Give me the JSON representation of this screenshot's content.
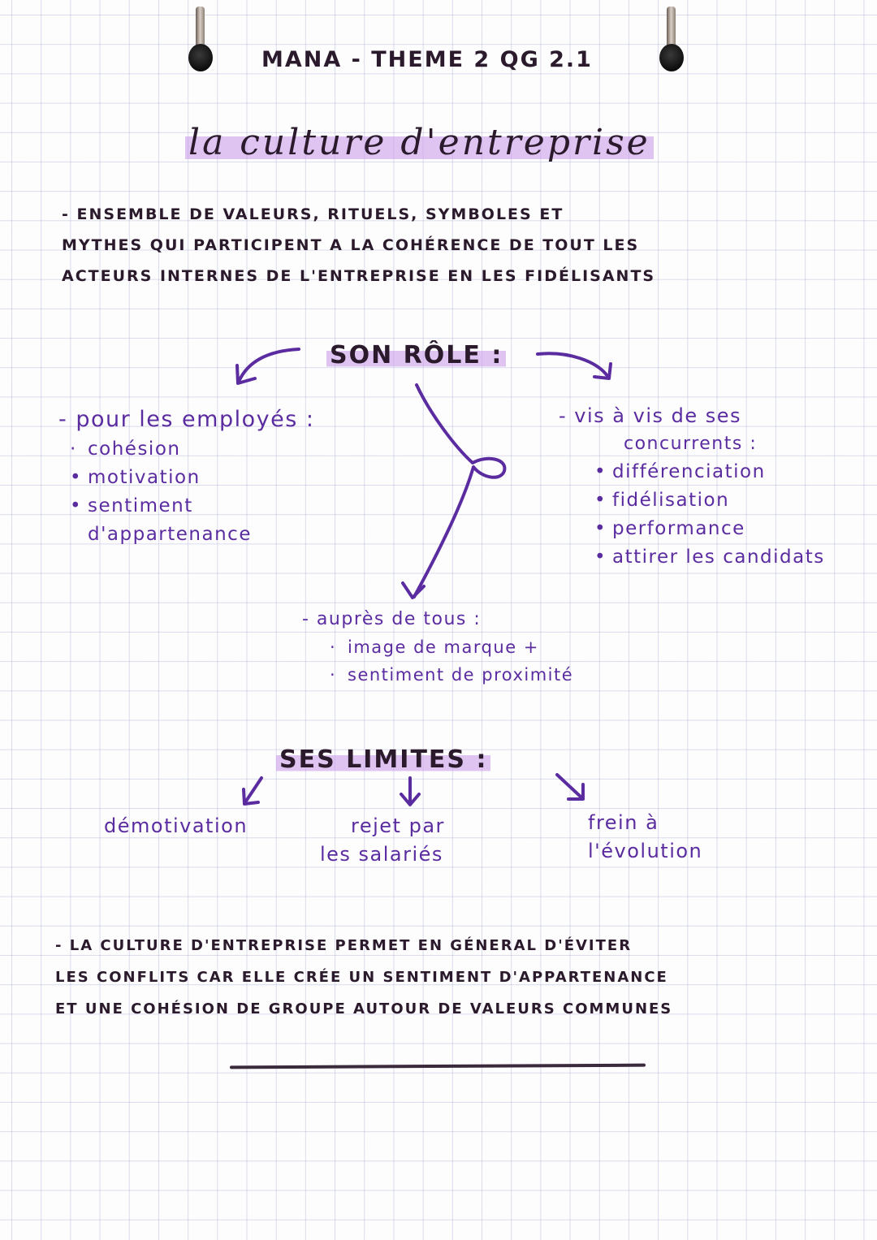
{
  "header": {
    "text": "MANA - THEME 2 QG 2.1"
  },
  "title": "la culture d'entreprise",
  "definition": {
    "lines": [
      "- ENSEMBLE DE VALEURS, RITUELS, SYMBOLES ET",
      "MYTHES QUI PARTICIPENT A LA COHÉRENCE DE TOUT LES",
      "ACTEURS INTERNES DE L'ENTREPRISE EN LES FIDÉLISANTS"
    ]
  },
  "role": {
    "heading": "SON RÔLE :",
    "employees": {
      "title": "- pour les employés :",
      "items": [
        "cohésion",
        "motivation",
        "sentiment",
        "d'appartenance"
      ]
    },
    "competitors": {
      "title": "- vis à vis de ses",
      "title2": "concurrents :",
      "items": [
        "différenciation",
        "fidélisation",
        "performance",
        "attirer les candidats"
      ]
    },
    "everyone": {
      "title": "- auprès de tous :",
      "items": [
        "image de marque +",
        "sentiment de proximité"
      ]
    }
  },
  "limits": {
    "heading": "SES LIMITES :",
    "items": [
      {
        "line1": "démotivation",
        "line2": ""
      },
      {
        "line1": "rejet par",
        "line2": "les salariés"
      },
      {
        "line1": "frein à",
        "line2": "l'évolution"
      }
    ]
  },
  "conclusion": {
    "lines": [
      "- LA CULTURE D'ENTREPRISE PERMET EN GÉNERAL D'ÉVITER",
      "LES CONFLITS CAR ELLE CRÉE UN SENTIMENT D'APPARTENANCE",
      "ET UNE COHÉSION DE GROUPE AUTOUR DE VALEURS COMMUNES"
    ]
  },
  "colors": {
    "ink_dark": "#2a1a2c",
    "ink_purple": "#5b2ca0",
    "highlight": "#c696e8",
    "grid": "#b0b2d6",
    "paper": "#fdfdfe"
  }
}
